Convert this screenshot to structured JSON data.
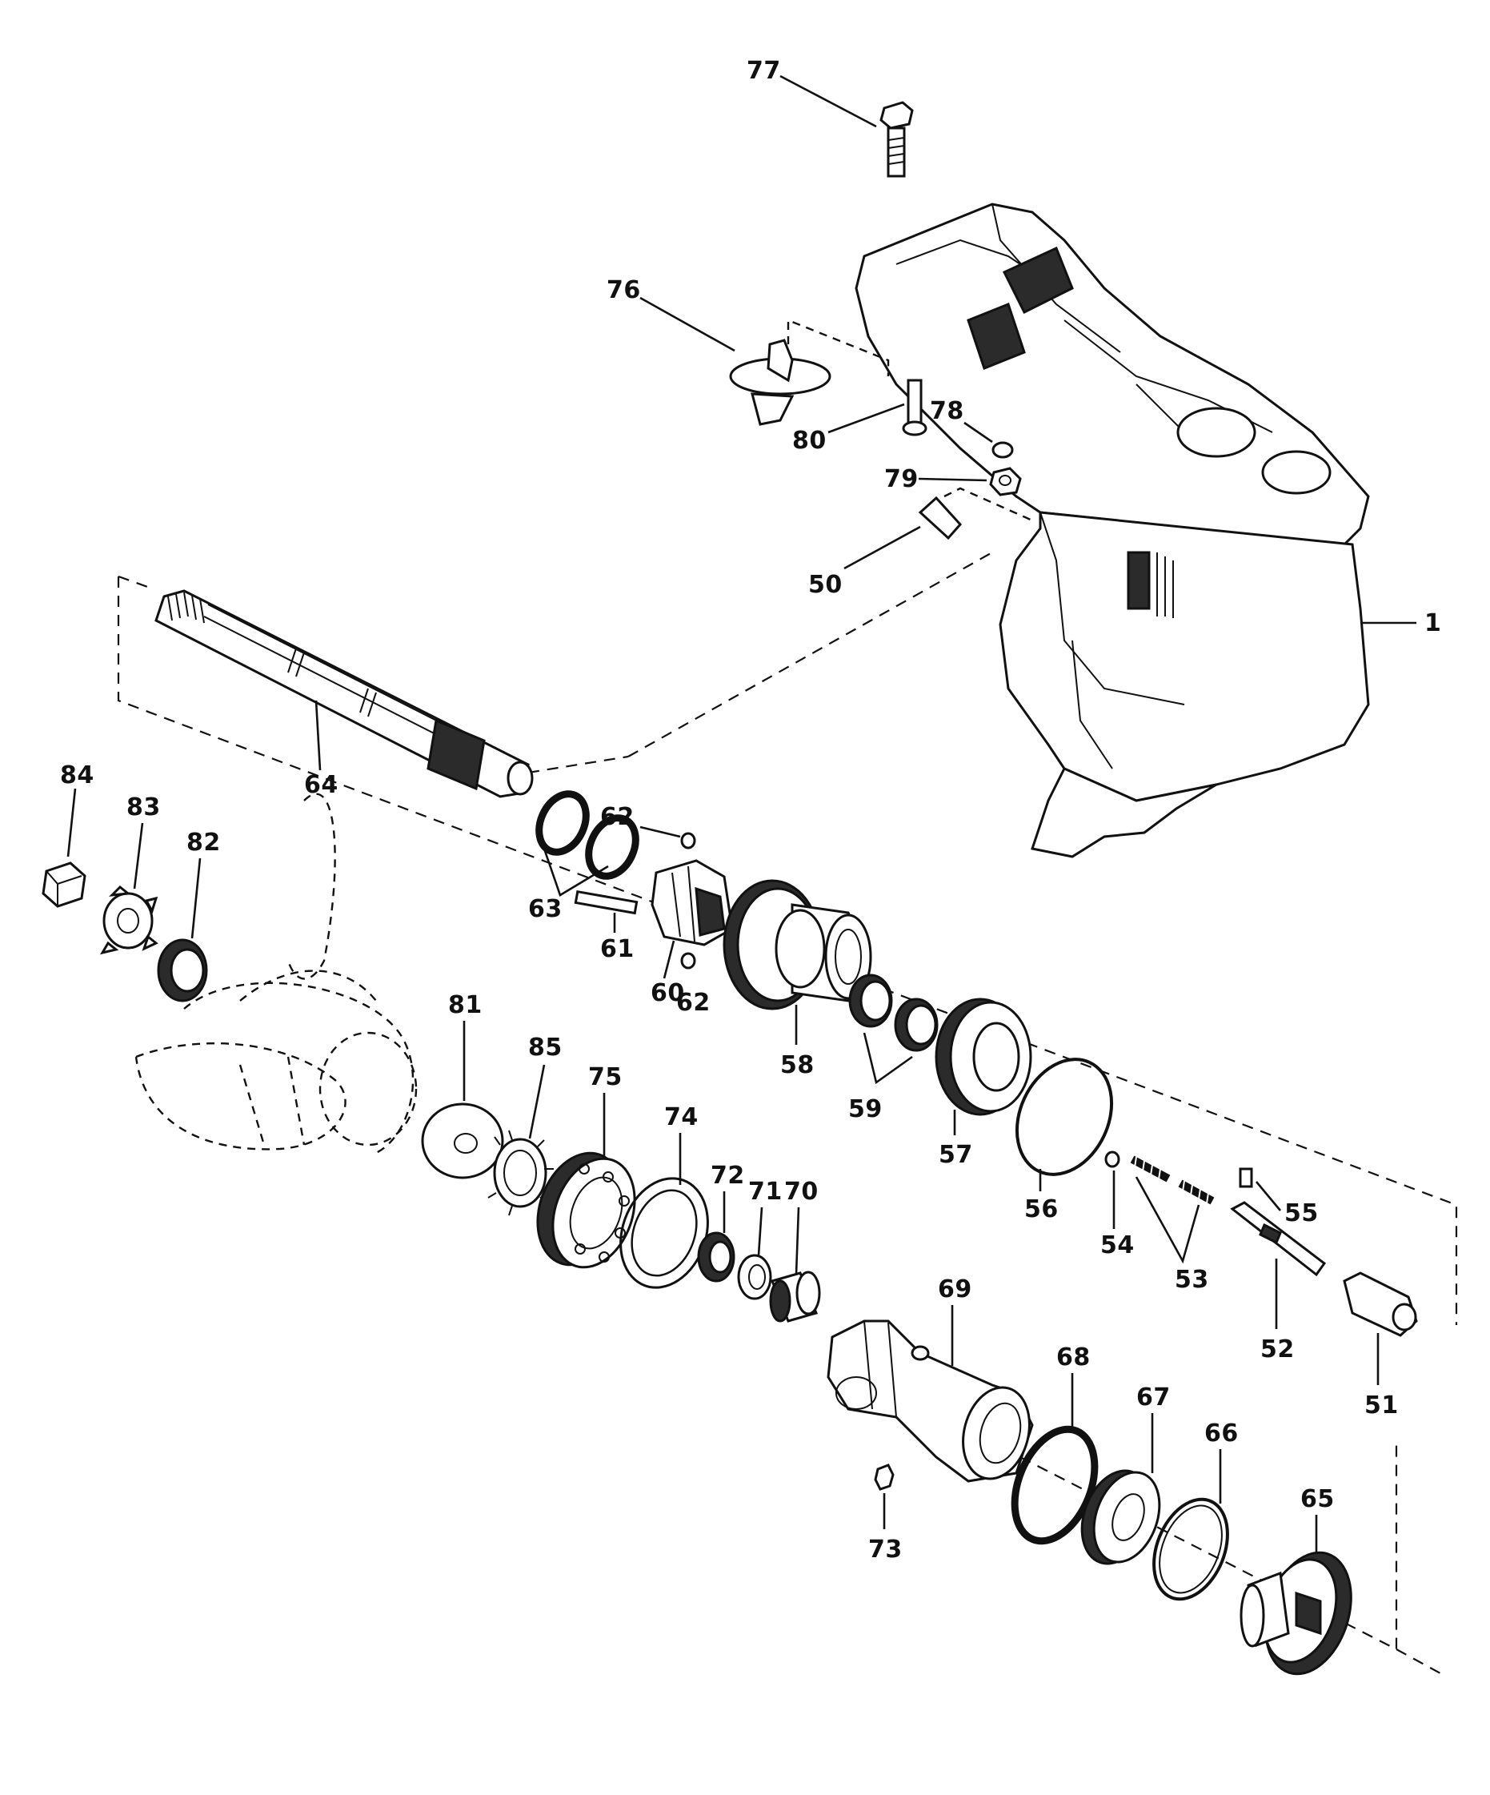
{
  "diagram": {
    "callouts": {
      "c1": "1",
      "c50": "50",
      "c51": "51",
      "c52": "52",
      "c53": "53",
      "c54": "54",
      "c55": "55",
      "c56": "56",
      "c57": "57",
      "c58": "58",
      "c59": "59",
      "c60": "60",
      "c61": "61",
      "c62a": "62",
      "c62b": "62",
      "c63": "63",
      "c64": "64",
      "c65": "65",
      "c66": "66",
      "c67": "67",
      "c68": "68",
      "c69": "69",
      "c70": "70",
      "c71": "71",
      "c72": "72",
      "c73": "73",
      "c74": "74",
      "c75": "75",
      "c76": "76",
      "c77": "77",
      "c78": "78",
      "c79": "79",
      "c80": "80",
      "c81": "81",
      "c82": "82",
      "c83": "83",
      "c84": "84",
      "c85": "85"
    },
    "line_color": "#111111",
    "background_color": "#ffffff"
  }
}
